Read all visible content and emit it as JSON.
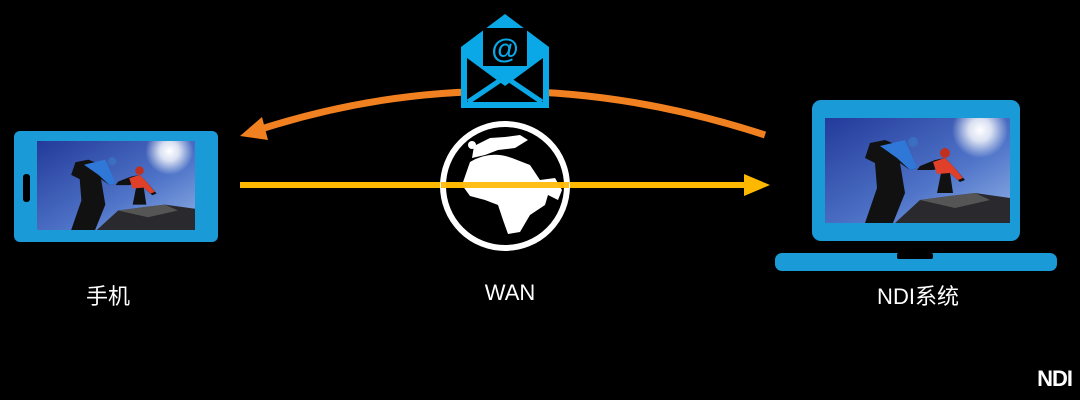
{
  "labels": {
    "phone": "手机",
    "wan": "WAN",
    "ndi_system": "NDI系统"
  },
  "logo": "NDI",
  "colors": {
    "device_blue": "#1a9ad6",
    "return_arrow": "#f08020",
    "forward_arrow": "#ffb800",
    "envelope": "#0aa8e6"
  },
  "icons": [
    "phone-icon",
    "laptop-icon",
    "globe-icon",
    "email-envelope-icon"
  ]
}
